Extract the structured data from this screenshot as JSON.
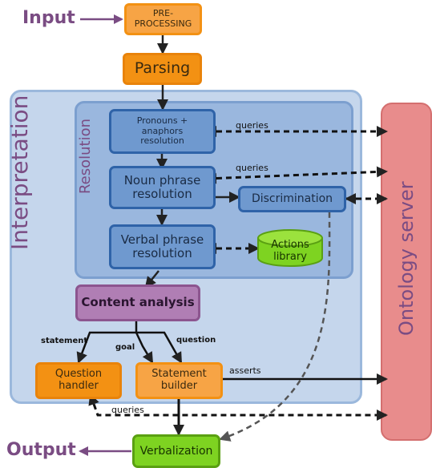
{
  "input_label": "Input",
  "output_label": "Output",
  "nodes": {
    "preprocessing": "PRE-\nPROCESSING",
    "parsing": "Parsing",
    "pronouns": "Pronouns +\nanaphors\nresolution",
    "noun_phrase": "Noun phrase\nresolution",
    "discrimination": "Discrimination",
    "verbal_phrase": "Verbal phrase\nresolution",
    "actions_library": "Actions\nlibrary",
    "content_analysis": "Content analysis",
    "question_handler": "Question\nhandler",
    "statement_builder": "Statement\nbuilder",
    "verbalization": "Verbalization"
  },
  "regions": {
    "interpretation": "Interpretation",
    "resolution": "Resolution",
    "ontology_server": "Ontology server"
  },
  "edge_labels": {
    "queries_1": "queries",
    "queries_2": "queries",
    "queries_3": "queries",
    "asserts": "asserts",
    "statement": "statement",
    "goal": "goal",
    "question": "question"
  },
  "colors": {
    "orange": "#f7a445",
    "blue": "#6f99cf",
    "purple": "#b07eb4",
    "green": "#7ed321",
    "ontology": "#e88c8c",
    "label_purple": "#7a4c83"
  }
}
